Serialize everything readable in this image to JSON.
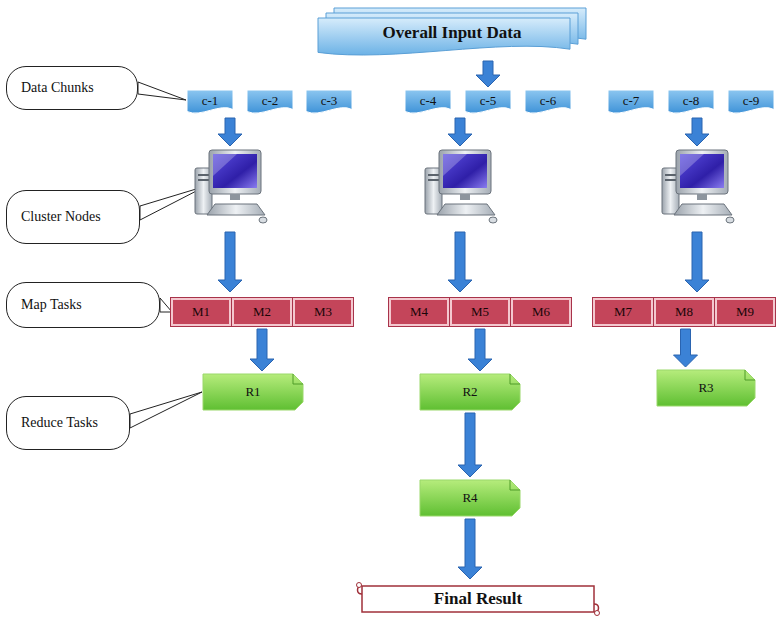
{
  "diagram": {
    "nodes": [
      {
        "text": [
          "Overall Input Data"
        ]
      },
      {
        "text": [
          "Data Chunks"
        ]
      },
      {
        "text": [
          "c-1"
        ]
      },
      {
        "text": [
          "c-2"
        ]
      },
      {
        "text": [
          "c-3"
        ]
      },
      {
        "text": [
          "c-4"
        ]
      },
      {
        "text": [
          "c-5"
        ]
      },
      {
        "text": [
          "c-6"
        ]
      },
      {
        "text": [
          "c-7"
        ]
      },
      {
        "text": [
          "c-8"
        ]
      },
      {
        "text": [
          "c-9"
        ]
      },
      {
        "text": [
          "Cluster Nodes"
        ]
      },
      {
        "text": [
          "Map Tasks"
        ]
      },
      {
        "text": [
          "M1"
        ]
      },
      {
        "text": [
          "M2"
        ]
      },
      {
        "text": [
          "M3"
        ]
      },
      {
        "text": [
          "M4"
        ]
      },
      {
        "text": [
          "M5"
        ]
      },
      {
        "text": [
          "M6"
        ]
      },
      {
        "text": [
          "M7"
        ]
      },
      {
        "text": [
          "M8"
        ]
      },
      {
        "text": [
          "M9"
        ]
      },
      {
        "text": [
          "Reduce Tasks"
        ]
      },
      {
        "text": [
          "R1"
        ]
      },
      {
        "text": [
          "R2"
        ]
      },
      {
        "text": [
          "R3"
        ]
      },
      {
        "text": [
          "R4"
        ]
      },
      {
        "text": [
          "Final Result"
        ]
      }
    ],
    "edges": [
      {
        "from": 0,
        "to": 6,
        "arrow": "to"
      },
      {
        "from": 14,
        "to": 23,
        "arrow": "to"
      },
      {
        "from": 17,
        "to": 24,
        "arrow": "to"
      },
      {
        "from": 20,
        "to": 25,
        "arrow": "to"
      },
      {
        "from": 24,
        "to": 26,
        "arrow": "to"
      },
      {
        "from": 26,
        "to": 27,
        "arrow": "to"
      }
    ]
  }
}
